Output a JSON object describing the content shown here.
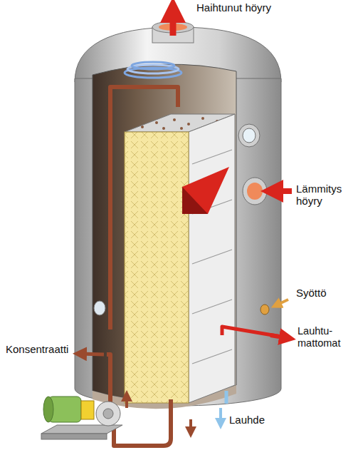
{
  "diagram": {
    "labels": [
      "Haihtunut höyry",
      "Lämmitys höyry",
      "Syöttö",
      "Lauhtu- mattomat",
      "Konsentraatti",
      "Lauhde"
    ]
  }
}
